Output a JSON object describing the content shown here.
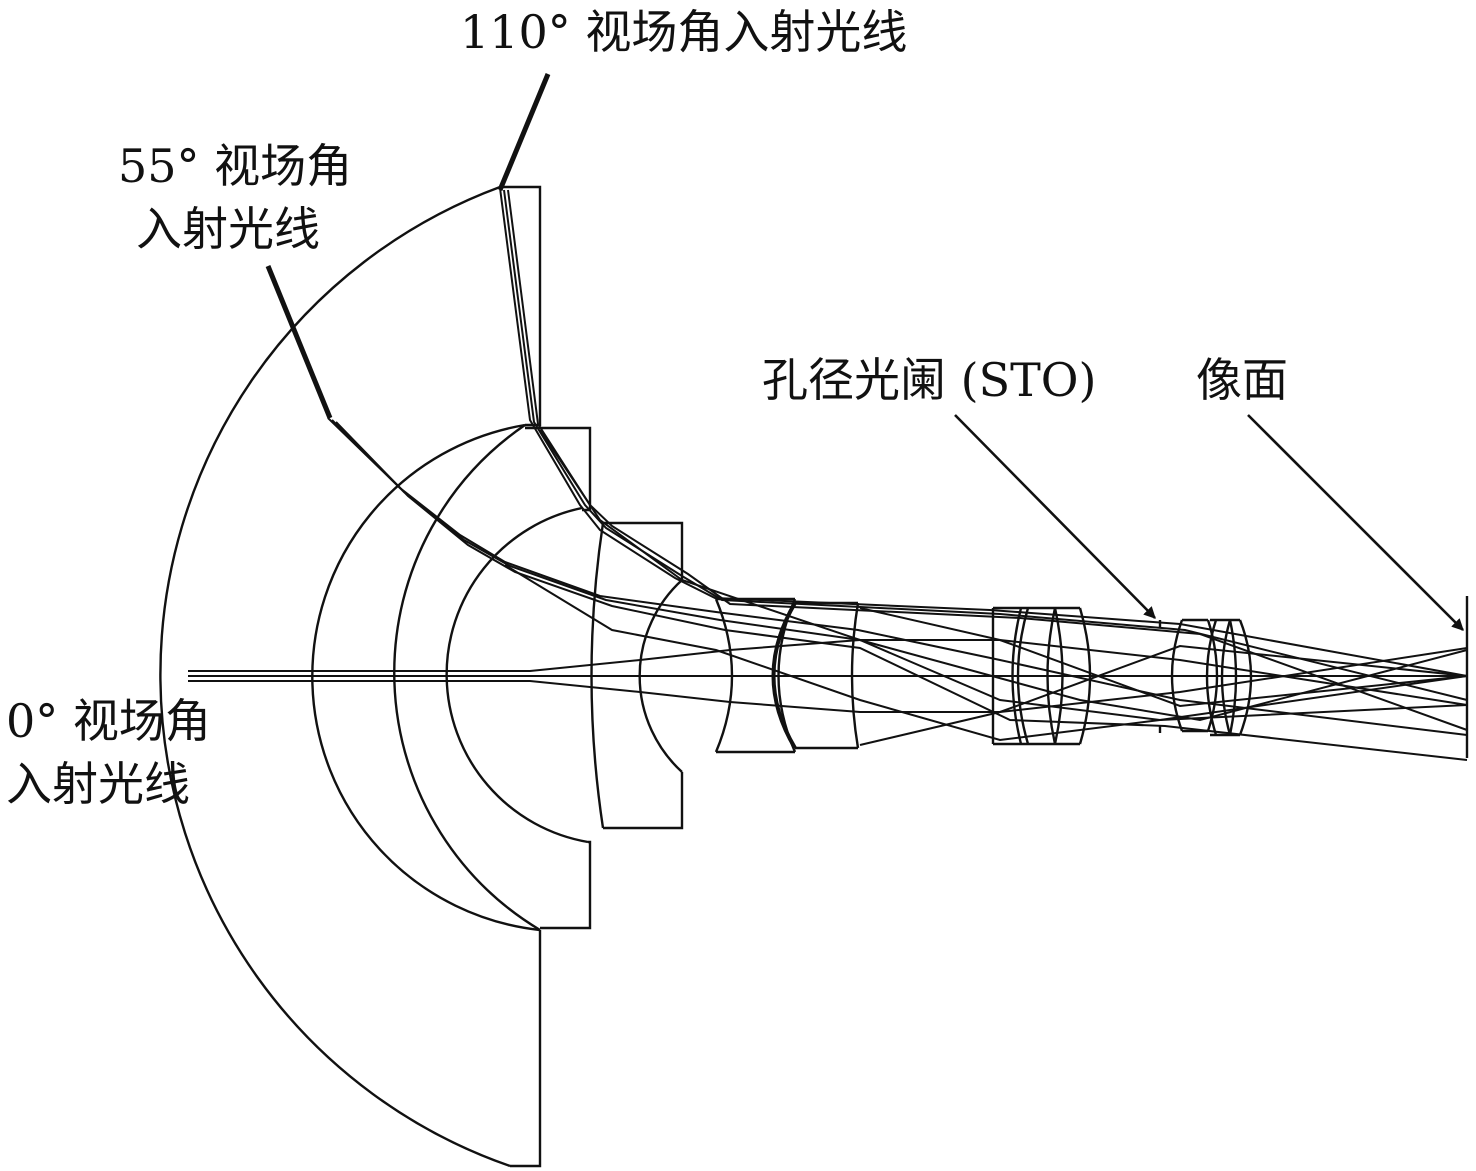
{
  "labels": {
    "field_110": "110° 视场角入射光线",
    "field_55_line1": "55° 视场角",
    "field_55_line2": "入射光线",
    "field_0_line1": "0° 视场角",
    "field_0_line2": "入射光线",
    "stop": "孔径光阑 (STO)",
    "image_plane": "像面"
  },
  "colors": {
    "ink": "#111111",
    "background": "#ffffff"
  }
}
